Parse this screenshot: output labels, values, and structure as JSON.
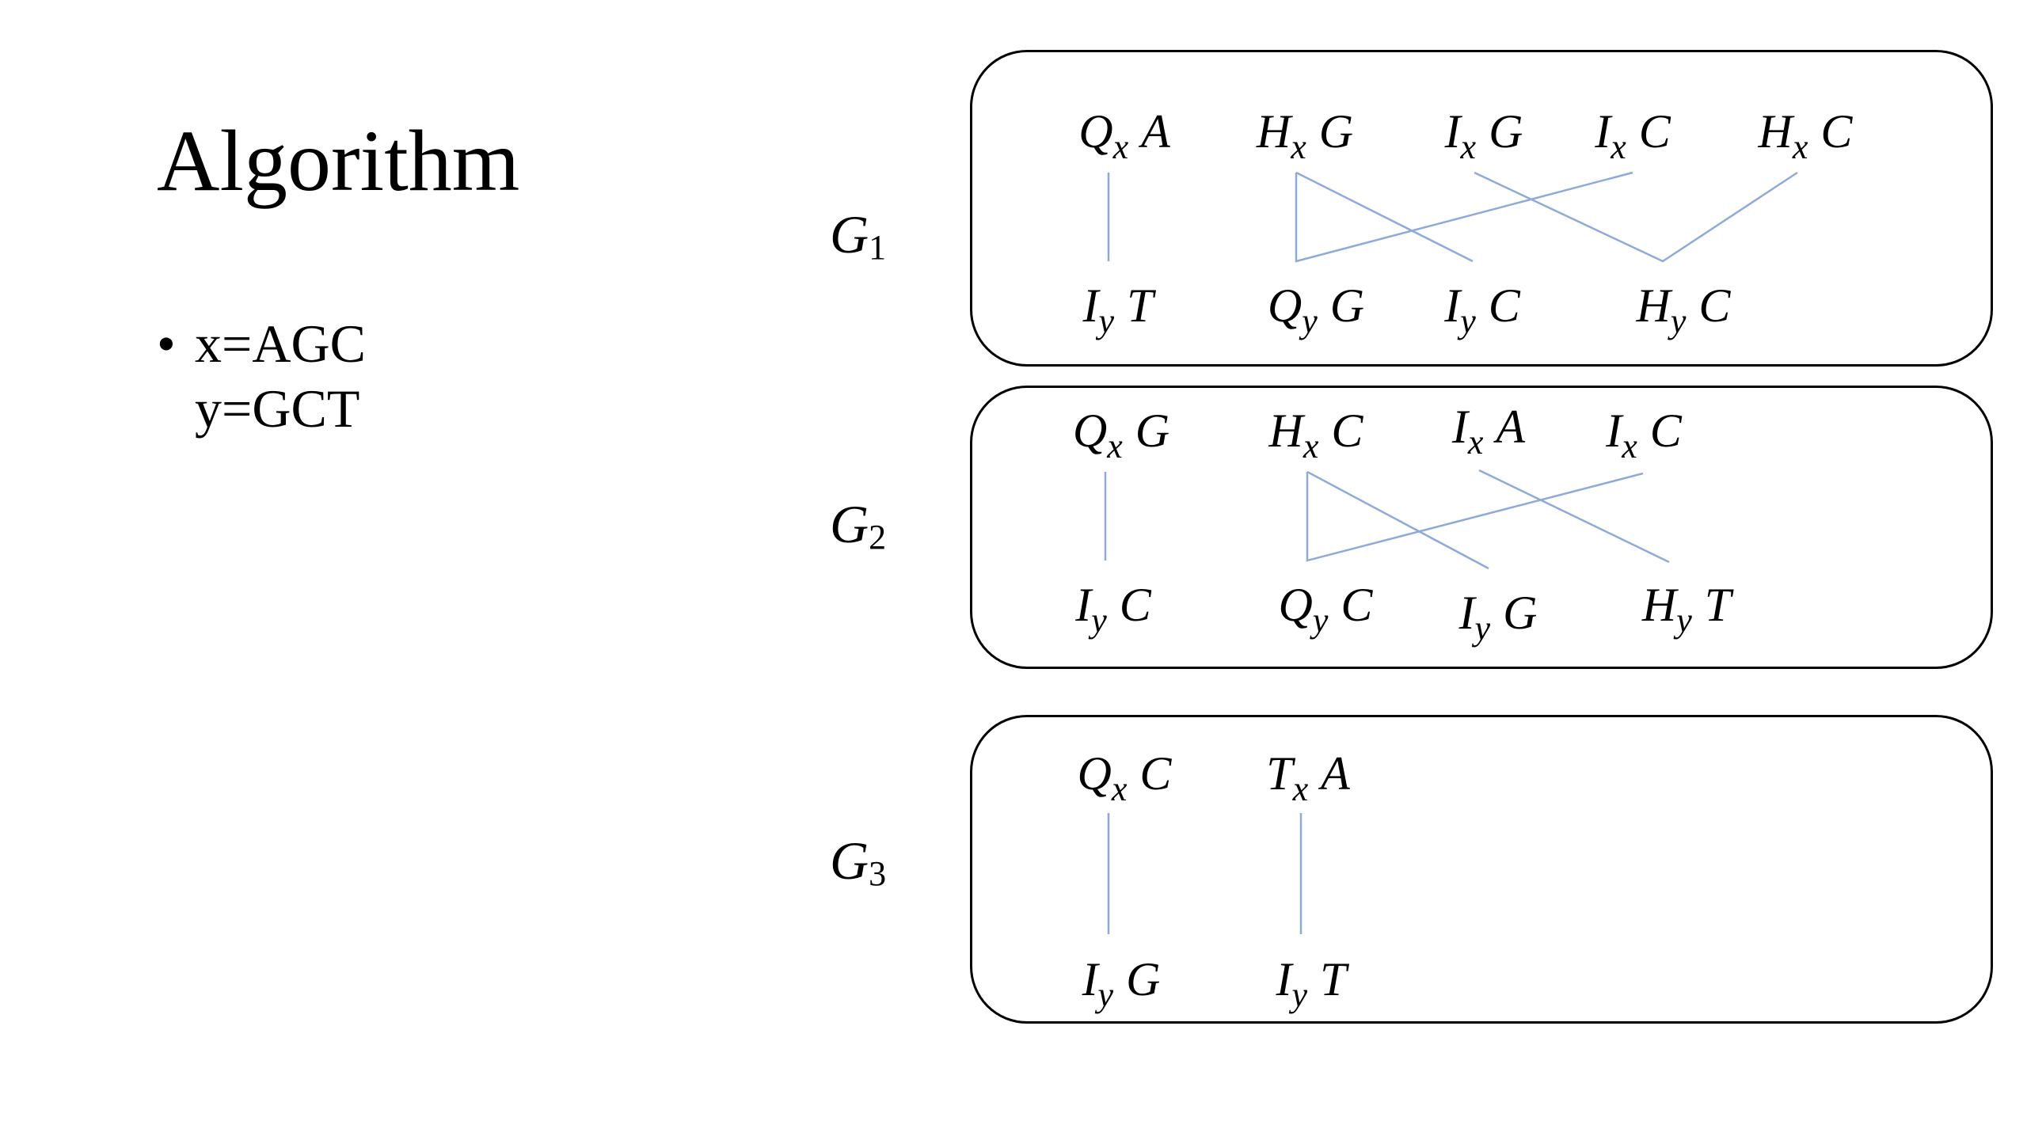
{
  "title": "Algorithm",
  "bullet": {
    "marker": "•",
    "line1": "x=AGC",
    "line2": "y=GCT"
  },
  "edge_color": "#8eaadb",
  "graphs": [
    {
      "name": "G",
      "index": "1",
      "nodes": [
        {
          "id": "g1-qx-a",
          "letter": "Q",
          "sub": "x",
          "base": "A"
        },
        {
          "id": "g1-hx-g",
          "letter": "H",
          "sub": "x",
          "base": "G"
        },
        {
          "id": "g1-ix-g",
          "letter": "I",
          "sub": "x",
          "base": "G"
        },
        {
          "id": "g1-ix-c",
          "letter": "I",
          "sub": "x",
          "base": "C"
        },
        {
          "id": "g1-hx-c",
          "letter": "H",
          "sub": "x",
          "base": "C"
        },
        {
          "id": "g1-iy-t",
          "letter": "I",
          "sub": "y",
          "base": "T"
        },
        {
          "id": "g1-qy-g",
          "letter": "Q",
          "sub": "y",
          "base": "G"
        },
        {
          "id": "g1-iy-c",
          "letter": "I",
          "sub": "y",
          "base": "C"
        },
        {
          "id": "g1-hy-c",
          "letter": "H",
          "sub": "y",
          "base": "C"
        }
      ]
    },
    {
      "name": "G",
      "index": "2",
      "nodes": [
        {
          "id": "g2-qx-g",
          "letter": "Q",
          "sub": "x",
          "base": "G"
        },
        {
          "id": "g2-hx-c",
          "letter": "H",
          "sub": "x",
          "base": "C"
        },
        {
          "id": "g2-ix-a",
          "letter": "I",
          "sub": "x",
          "base": "A"
        },
        {
          "id": "g2-ix-c",
          "letter": "I",
          "sub": "x",
          "base": "C"
        },
        {
          "id": "g2-iy-c",
          "letter": "I",
          "sub": "y",
          "base": "C"
        },
        {
          "id": "g2-qy-c",
          "letter": "Q",
          "sub": "y",
          "base": "C"
        },
        {
          "id": "g2-iy-g",
          "letter": "I",
          "sub": "y",
          "base": "G"
        },
        {
          "id": "g2-hy-t",
          "letter": "H",
          "sub": "y",
          "base": "T"
        }
      ]
    },
    {
      "name": "G",
      "index": "3",
      "nodes": [
        {
          "id": "g3-qx-c",
          "letter": "Q",
          "sub": "x",
          "base": "C"
        },
        {
          "id": "g3-tx-a",
          "letter": "T",
          "sub": "x",
          "base": "A"
        },
        {
          "id": "g3-iy-g",
          "letter": "I",
          "sub": "y",
          "base": "G"
        },
        {
          "id": "g3-iy-t",
          "letter": "I",
          "sub": "y",
          "base": "T"
        }
      ]
    }
  ]
}
